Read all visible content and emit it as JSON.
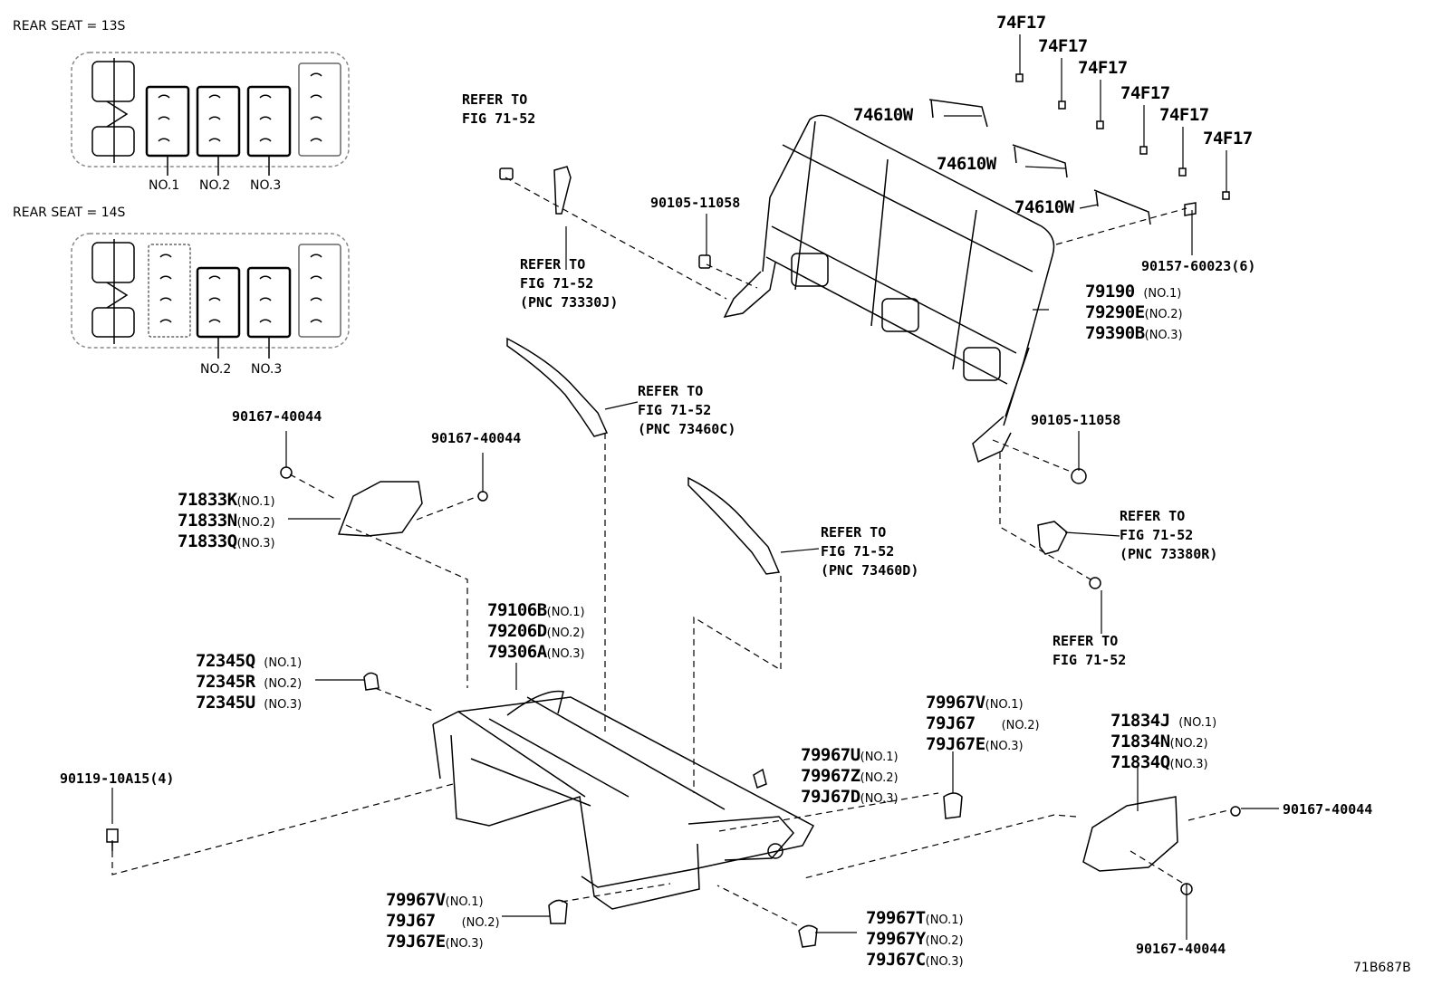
{
  "legend": {
    "seat13_title": "REAR SEAT = 13S",
    "seat14_title": "REAR SEAT = 14S",
    "seat13_labels": [
      "NO.1",
      "NO.2",
      "NO.3"
    ],
    "seat14_labels": [
      "NO.2",
      "NO.3"
    ]
  },
  "refs": {
    "r1": [
      "REFER TO",
      "FIG 71-52"
    ],
    "r2": [
      "REFER TO",
      "FIG 71-52",
      "(PNC 73330J)"
    ],
    "r3": [
      "REFER TO",
      "FIG 71-52",
      "(PNC 73460C)"
    ],
    "r4": [
      "REFER TO",
      "FIG 71-52",
      "(PNC 73460D)"
    ],
    "r5": [
      "REFER TO",
      "FIG 71-52",
      "(PNC 73380R)"
    ],
    "r6": [
      "REFER TO",
      "FIG 71-52"
    ]
  },
  "parts": {
    "p74f17": [
      "74F17",
      "74F17",
      "74F17",
      "74F17",
      "74F17",
      "74F17"
    ],
    "p74610w": [
      "74610W",
      "74610W",
      "74610W"
    ],
    "bolt_a": "90105-11058",
    "bolt_b": "90105-11058",
    "bolt_c": "90157-60023(6)",
    "clip_a": "90167-40044",
    "clip_b": "90167-40044",
    "clip_c": "90167-40044",
    "clip_d": "90167-40044",
    "bolt_d": "90119-10A15(4)",
    "frame_back": [
      [
        "79190",
        "(NO.1)"
      ],
      [
        "79290E",
        "(NO.2)"
      ],
      [
        "79390B",
        "(NO.3)"
      ]
    ],
    "cover_l": [
      [
        "71833K",
        "(NO.1)"
      ],
      [
        "71833N",
        "(NO.2)"
      ],
      [
        "71833Q",
        "(NO.3)"
      ]
    ],
    "frame_cush": [
      [
        "79106B",
        "(NO.1)"
      ],
      [
        "79206D",
        "(NO.2)"
      ],
      [
        "79306A",
        "(NO.3)"
      ]
    ],
    "knob": [
      [
        "72345Q",
        "(NO.1)"
      ],
      [
        "72345R",
        "(NO.2)"
      ],
      [
        "72345U",
        "(NO.3)"
      ]
    ],
    "bush_a": [
      [
        "79967V",
        "(NO.1)"
      ],
      [
        "79J67",
        "(NO.2)"
      ],
      [
        "79J67E",
        "(NO.3)"
      ]
    ],
    "bush_b": [
      [
        "79967U",
        "(NO.1)"
      ],
      [
        "79967Z",
        "(NO.2)"
      ],
      [
        "79J67D",
        "(NO.3)"
      ]
    ],
    "cover_r": [
      [
        "71834J",
        "(NO.1)"
      ],
      [
        "71834N",
        "(NO.2)"
      ],
      [
        "71834Q",
        "(NO.3)"
      ]
    ],
    "bush_c": [
      [
        "79967V",
        "(NO.1)"
      ],
      [
        "79J67",
        "(NO.2)"
      ],
      [
        "79J67E",
        "(NO.3)"
      ]
    ],
    "bush_d": [
      [
        "79967T",
        "(NO.1)"
      ],
      [
        "79967Y",
        "(NO.2)"
      ],
      [
        "79J67C",
        "(NO.3)"
      ]
    ]
  },
  "figure_id": "71B687B"
}
